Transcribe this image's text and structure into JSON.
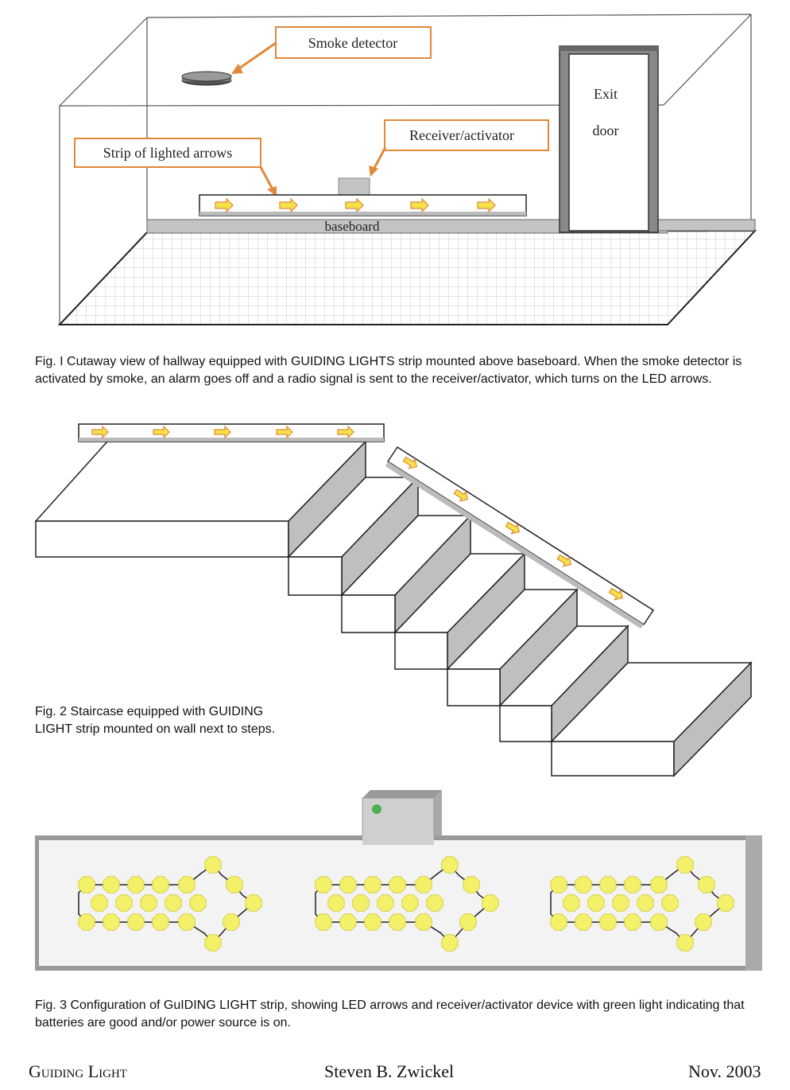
{
  "fig1": {
    "labels": {
      "smoke_detector": "Smoke detector",
      "receiver_activator": "Receiver/activator",
      "strip": "Strip of lighted arrows",
      "baseboard": "baseboard",
      "exit": "Exit",
      "door": "door"
    },
    "caption": "Fig. I Cutaway view of hallway equipped with GUIDING LIGHTS strip mounted above baseboard. When the smoke detector is activated by smoke, an alarm goes off and a radio signal is sent to the receiver/activator, which turns on the LED arrows."
  },
  "fig2": {
    "caption_line1": "Fig. 2 Staircase equipped with GUIDING",
    "caption_line2": "LIGHT strip mounted on wall next to steps."
  },
  "fig3": {
    "caption": "Fig. 3 Configuration of GuIDING LIGHT strip, showing LED arrows and receiver/activator device with green light indicating that batteries are good and/or power source is on.",
    "led_color": "#f3f06a",
    "indicator_color": "#4caf50"
  },
  "footer": {
    "title": "Guiding Light",
    "author": "Steven B. Zwickel",
    "date": "Nov. 2003"
  },
  "colors": {
    "callout_border": "#e0893a",
    "arrow_fill": "#f4e24a",
    "arrow_stroke": "#e0893a",
    "gray": "#bdbdbd"
  }
}
